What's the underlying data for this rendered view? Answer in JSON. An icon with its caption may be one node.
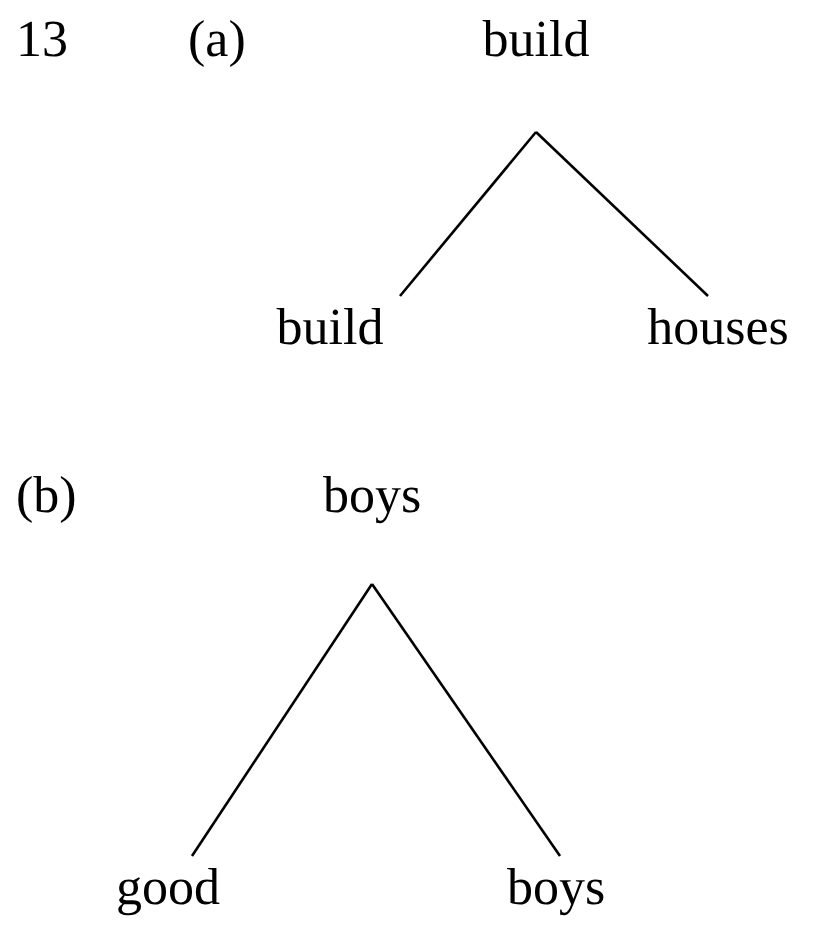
{
  "diagram": {
    "nodes": [
      {
        "text": [
          "build"
        ]
      },
      {
        "text": [
          "build"
        ]
      },
      {
        "text": [
          "houses"
        ]
      },
      {
        "text": [
          "boys"
        ]
      },
      {
        "text": [
          "good"
        ]
      },
      {
        "text": [
          "boys"
        ]
      }
    ],
    "edges": [
      {
        "from": 0,
        "to": 1,
        "arrow": "none"
      },
      {
        "from": 0,
        "to": 2,
        "arrow": "none"
      },
      {
        "from": 3,
        "to": 4,
        "arrow": "none"
      },
      {
        "from": 3,
        "to": 5,
        "arrow": "none"
      }
    ],
    "labels": [
      "13",
      "(a)",
      "(b)"
    ]
  }
}
